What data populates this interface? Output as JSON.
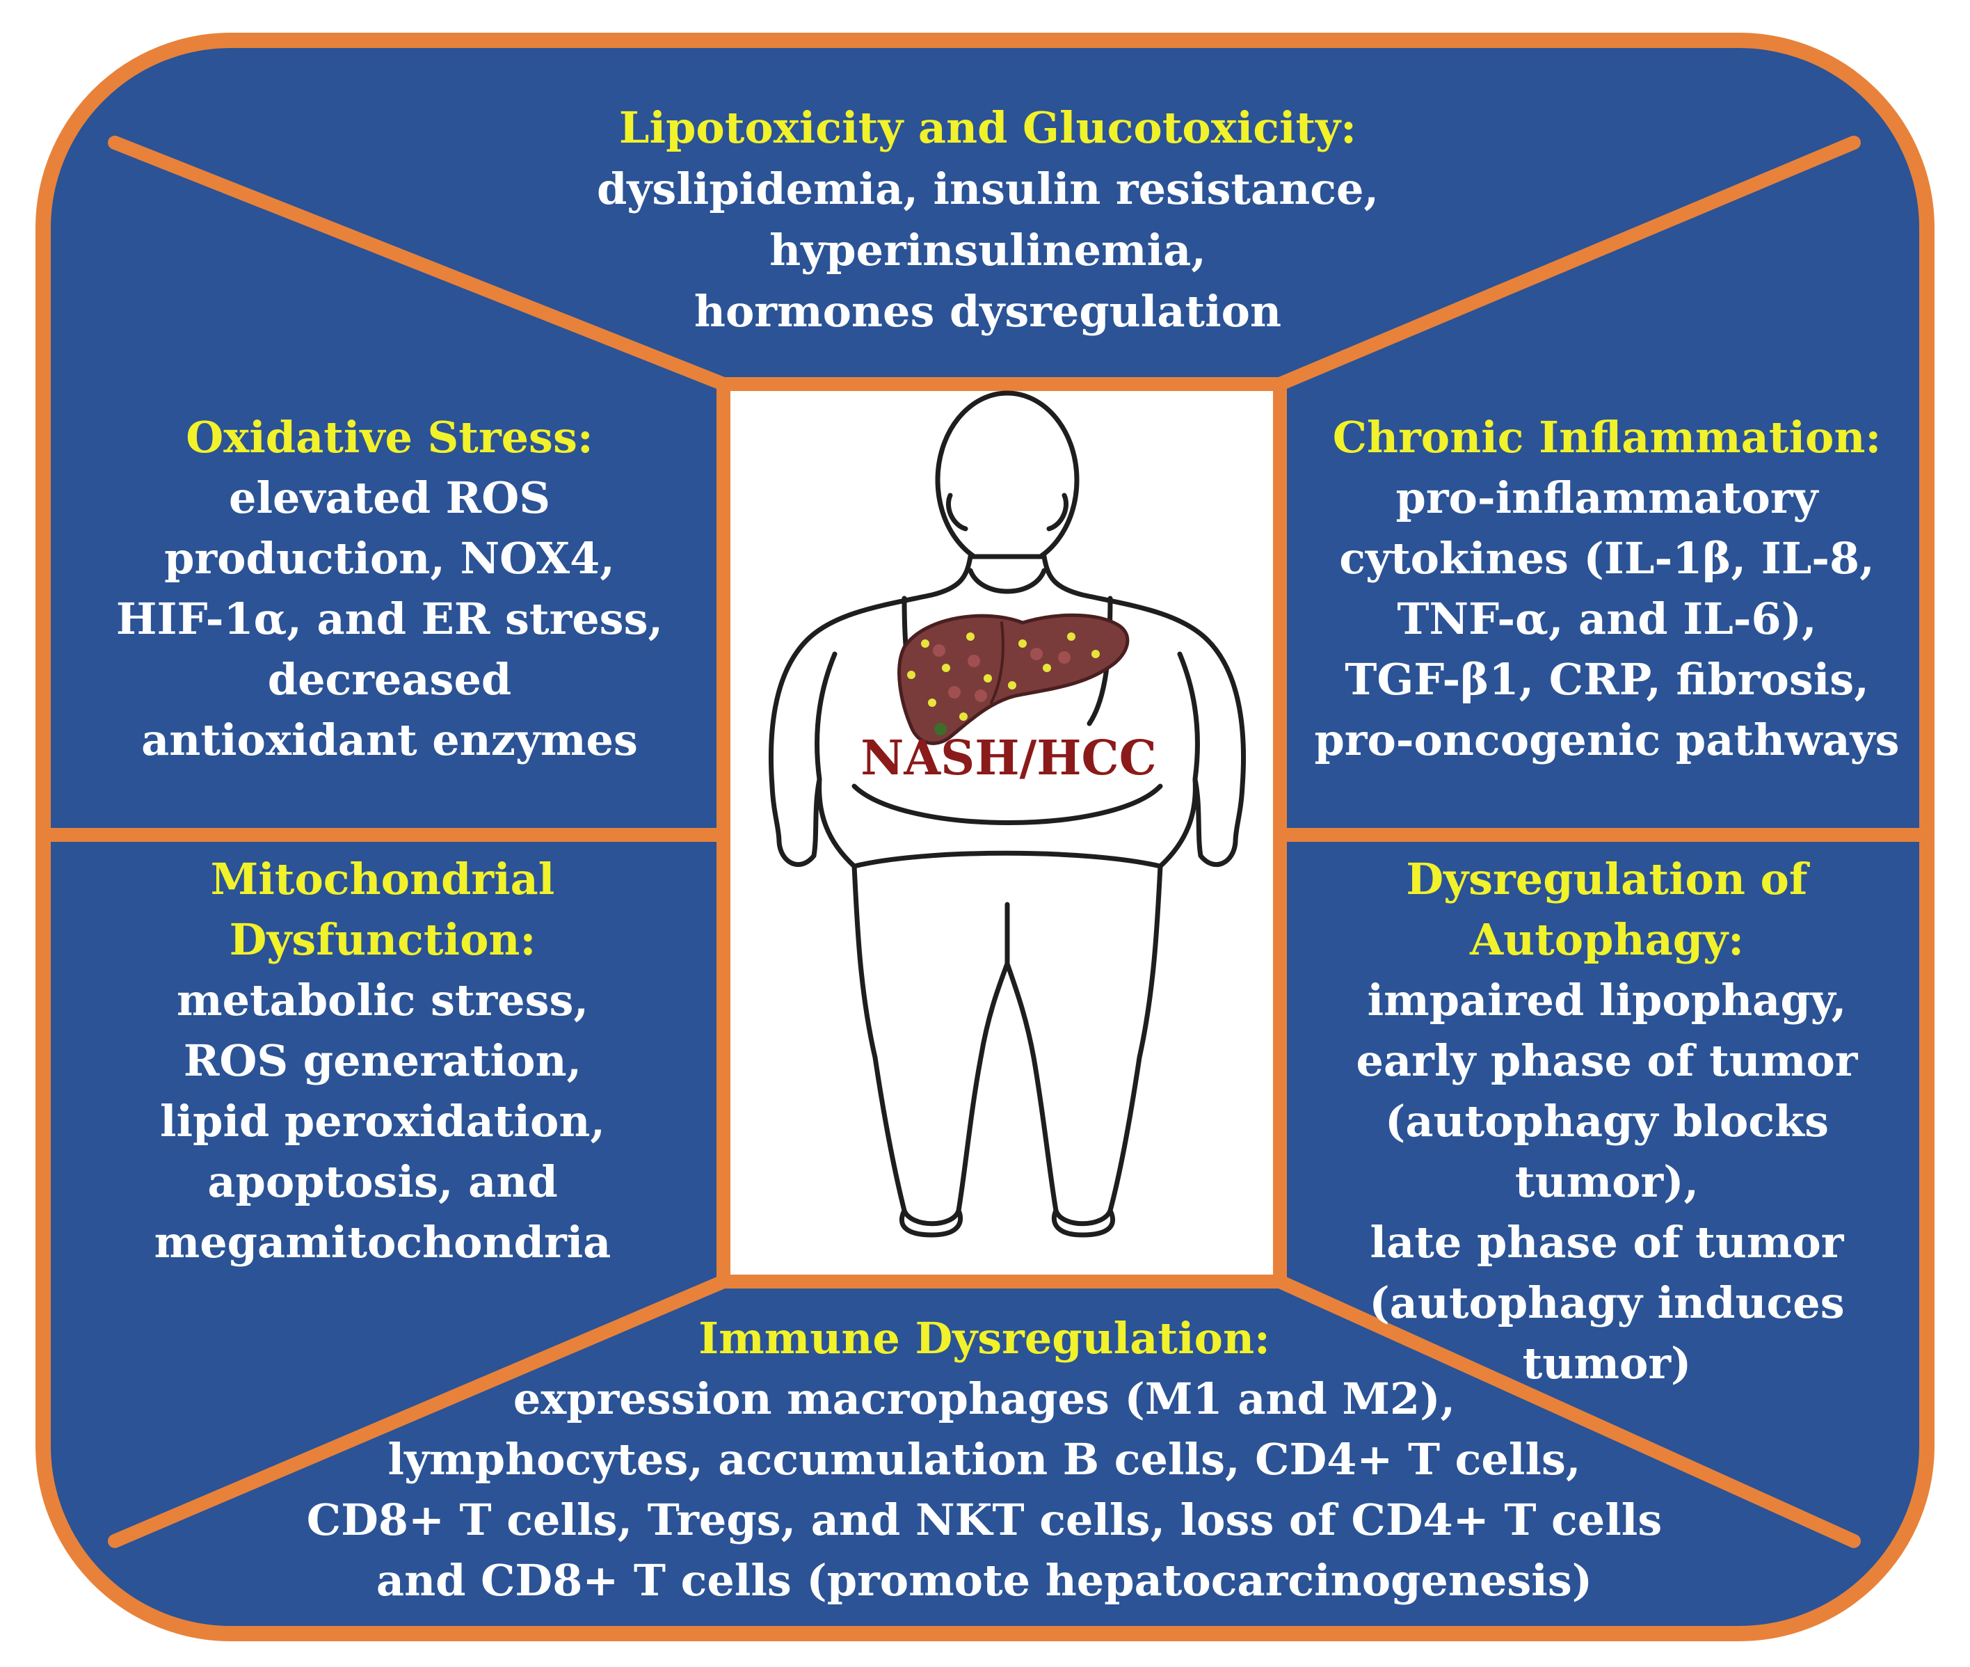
{
  "colors": {
    "panel": "#2b5396",
    "border": "#e8823a",
    "heading": "#f2f22a",
    "body_text": "#ffffff",
    "center_label": "#8b1a1a",
    "liver": "#7a3b3b"
  },
  "center": {
    "label": "NASH/HCC",
    "icon": "obese-person-with-liver-icon"
  },
  "sections": {
    "top": {
      "heading": "Lipotoxicity and Glucotoxicity:",
      "lines": [
        "dyslipidemia, insulin resistance,",
        "hyperinsulinemia,",
        "hormones dysregulation"
      ]
    },
    "oxidative": {
      "heading": "Oxidative Stress:",
      "lines": [
        "elevated ROS",
        "production, NOX4,",
        "HIF-1α, and ER stress,",
        "decreased",
        "antioxidant enzymes"
      ]
    },
    "inflammation": {
      "heading": "Chronic Inflammation:",
      "lines": [
        "pro-inflammatory",
        "cytokines (IL-1β, IL-8,",
        "TNF-α, and IL-6),",
        "TGF-β1, CRP, fibrosis,",
        "pro-oncogenic pathways"
      ]
    },
    "mitochondrial": {
      "heading_lines": [
        "Mitochondrial",
        "Dysfunction:"
      ],
      "lines": [
        "metabolic stress,",
        "ROS generation,",
        "lipid peroxidation,",
        "apoptosis, and",
        "megamitochondria"
      ]
    },
    "autophagy": {
      "heading_lines": [
        "Dysregulation of",
        "Autophagy:"
      ],
      "lines": [
        "impaired lipophagy,",
        "early phase of tumor",
        "(autophagy blocks tumor),",
        "late phase of tumor",
        "(autophagy induces tumor)"
      ]
    },
    "immune": {
      "heading": "Immune Dysregulation:",
      "lines": [
        "expression macrophages (M1 and M2),",
        "lymphocytes, accumulation B cells, CD4+ T cells,",
        "CD8+ T cells, Tregs, and NKT cells, loss of CD4+ T cells",
        "and CD8+ T cells (promote hepatocarcinogenesis)"
      ]
    }
  }
}
